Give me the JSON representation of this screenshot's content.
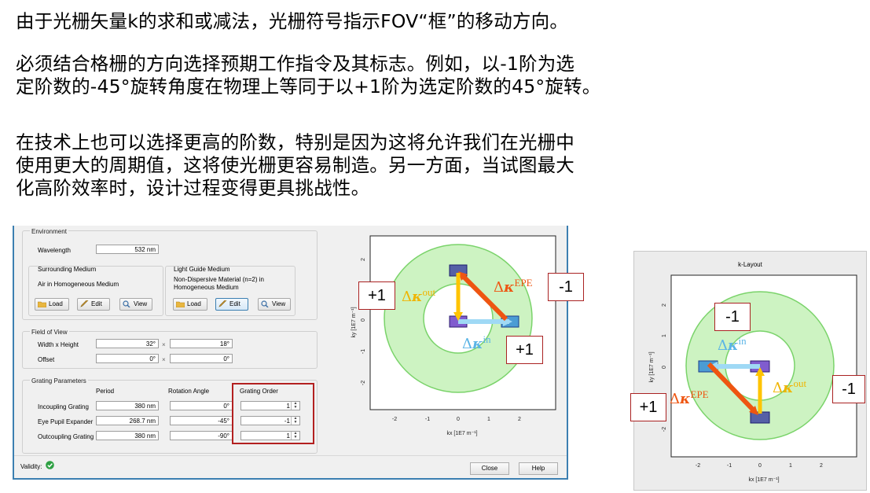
{
  "text": {
    "p1": "由于光栅矢量k的求和或减法，光栅符号指示FOV“框”的移动方向。",
    "p2_line1": "必须结合格栅的方向选择预期工作指令及其标志。例如，以-1阶为选",
    "p2_line2": "定阶数的-45°旋转角度在物理上等同于以+1阶为选定阶数的45°旋转。",
    "p3_line1": "在技术上也可以选择更高的阶数，特别是因为这将允许我们在光栅中",
    "p3_line2": "使用更大的周期值，这将使光栅更容易制造。另一方面，当试图最大",
    "p3_line3": "化高阶效率时，设计过程变得更具挑战性。"
  },
  "dialog": {
    "environment": {
      "title": "Environment",
      "wavelength_label": "Wavelength",
      "wavelength_value": "532 nm",
      "surrounding_title": "Surrounding Medium",
      "surrounding_value": "Air in Homogeneous Medium",
      "lightguide_title": "Light Guide Medium",
      "lightguide_value_1": "Non-Dispersive Material (n=2) in",
      "lightguide_value_2": "Homogeneous Medium",
      "load": "Load",
      "edit": "Edit",
      "view": "View"
    },
    "fov": {
      "title": "Field of View",
      "wh_label": "Width x Height",
      "w_value": "32°",
      "h_value": "18°",
      "offset_label": "Offset",
      "offset_x": "0°",
      "offset_y": "0°",
      "times": "×"
    },
    "grating": {
      "title": "Grating Parameters",
      "col_period": "Period",
      "col_rotation": "Rotation Angle",
      "col_order": "Grating Order",
      "rows": [
        {
          "name": "Incoupling Grating",
          "period": "380 nm",
          "rotation": "0°",
          "order": "1"
        },
        {
          "name": "Eye Pupil Expander",
          "period": "268.7 nm",
          "rotation": "-45°",
          "order": "-1"
        },
        {
          "name": "Outcoupling Grating",
          "period": "380 nm",
          "rotation": "-90°",
          "order": "1"
        }
      ]
    },
    "validity_label": "Validity:",
    "close": "Close",
    "help": "Help"
  },
  "plot_left": {
    "xlabel": "kx [1E7 m⁻¹]",
    "ylabel": "ky [1E7 m⁻¹]",
    "xticks": [
      "-2",
      "-1",
      "0",
      "1",
      "2"
    ],
    "yticks": [
      "2",
      "1",
      "0",
      "-1",
      "-2"
    ],
    "box_plus_left": "+1",
    "box_minus_right": "-1",
    "box_plus_bottom": "+1",
    "delta": "Δ",
    "kappa": "κ",
    "sup_out": "out",
    "sup_epe": "EPE",
    "sup_in": "in"
  },
  "plot_right": {
    "title": "k-Layout",
    "xlabel": "kx [1E7 m⁻¹]",
    "ylabel": "ky [1E7 m⁻¹]",
    "xticks": [
      "-2",
      "-1",
      "0",
      "1",
      "2"
    ],
    "yticks": [
      "2",
      "1",
      "0",
      "-1",
      "-2"
    ],
    "box_minus_top": "-1",
    "box_minus_right": "-1",
    "box_plus_left": "+1",
    "delta": "Δ",
    "kappa": "κ",
    "sup_out": "out",
    "sup_epe": "EPE",
    "sup_in": "in"
  },
  "colors": {
    "ring": "#cdf3c2",
    "ring_edge": "#7ad36a",
    "arrow_out": "#ffc400",
    "arrow_epe": "#ee5511",
    "arrow_in": "#9fd9f5",
    "fov_dark": "#2c2f9c",
    "fov_light": "#2a86d8",
    "highlight": "#b32020"
  }
}
